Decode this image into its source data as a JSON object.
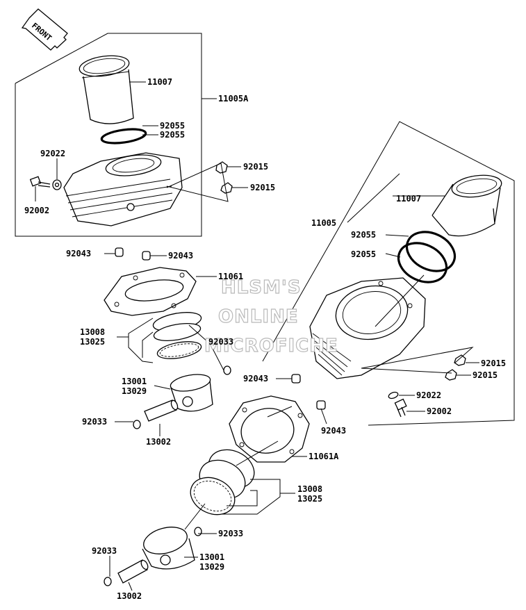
{
  "front_label": "FRONT",
  "watermark": [
    "HLSM'S",
    "ONLINE",
    "MICROFICHE"
  ],
  "callouts": {
    "c_11007a": "11007",
    "c_11005A": "11005A",
    "c_92055a": "92055",
    "c_92055b": "92055",
    "c_92022a": "92022",
    "c_92002a": "92002",
    "c_92015a": "92015",
    "c_92015b": "92015",
    "c_92043a": "92043",
    "c_92043b": "92043",
    "c_11061": "11061",
    "c_13008a": "13008",
    "c_13025a": "13025",
    "c_92033a": "92033",
    "c_13001a": "13001",
    "c_13029a": "13029",
    "c_92033b": "92033",
    "c_13002a": "13002",
    "c_11007b": "11007",
    "c_11005": "11005",
    "c_92055c": "92055",
    "c_92055d": "92055",
    "c_92015c": "92015",
    "c_92015d": "92015",
    "c_92043c": "92043",
    "c_92022b": "92022",
    "c_92002b": "92002",
    "c_92043d": "92043",
    "c_11061A": "11061A",
    "c_13008b": "13008",
    "c_13025b": "13025",
    "c_92033c": "92033",
    "c_92033d": "92033",
    "c_13001b": "13001",
    "c_13029b": "13029",
    "c_13002b": "13002"
  }
}
